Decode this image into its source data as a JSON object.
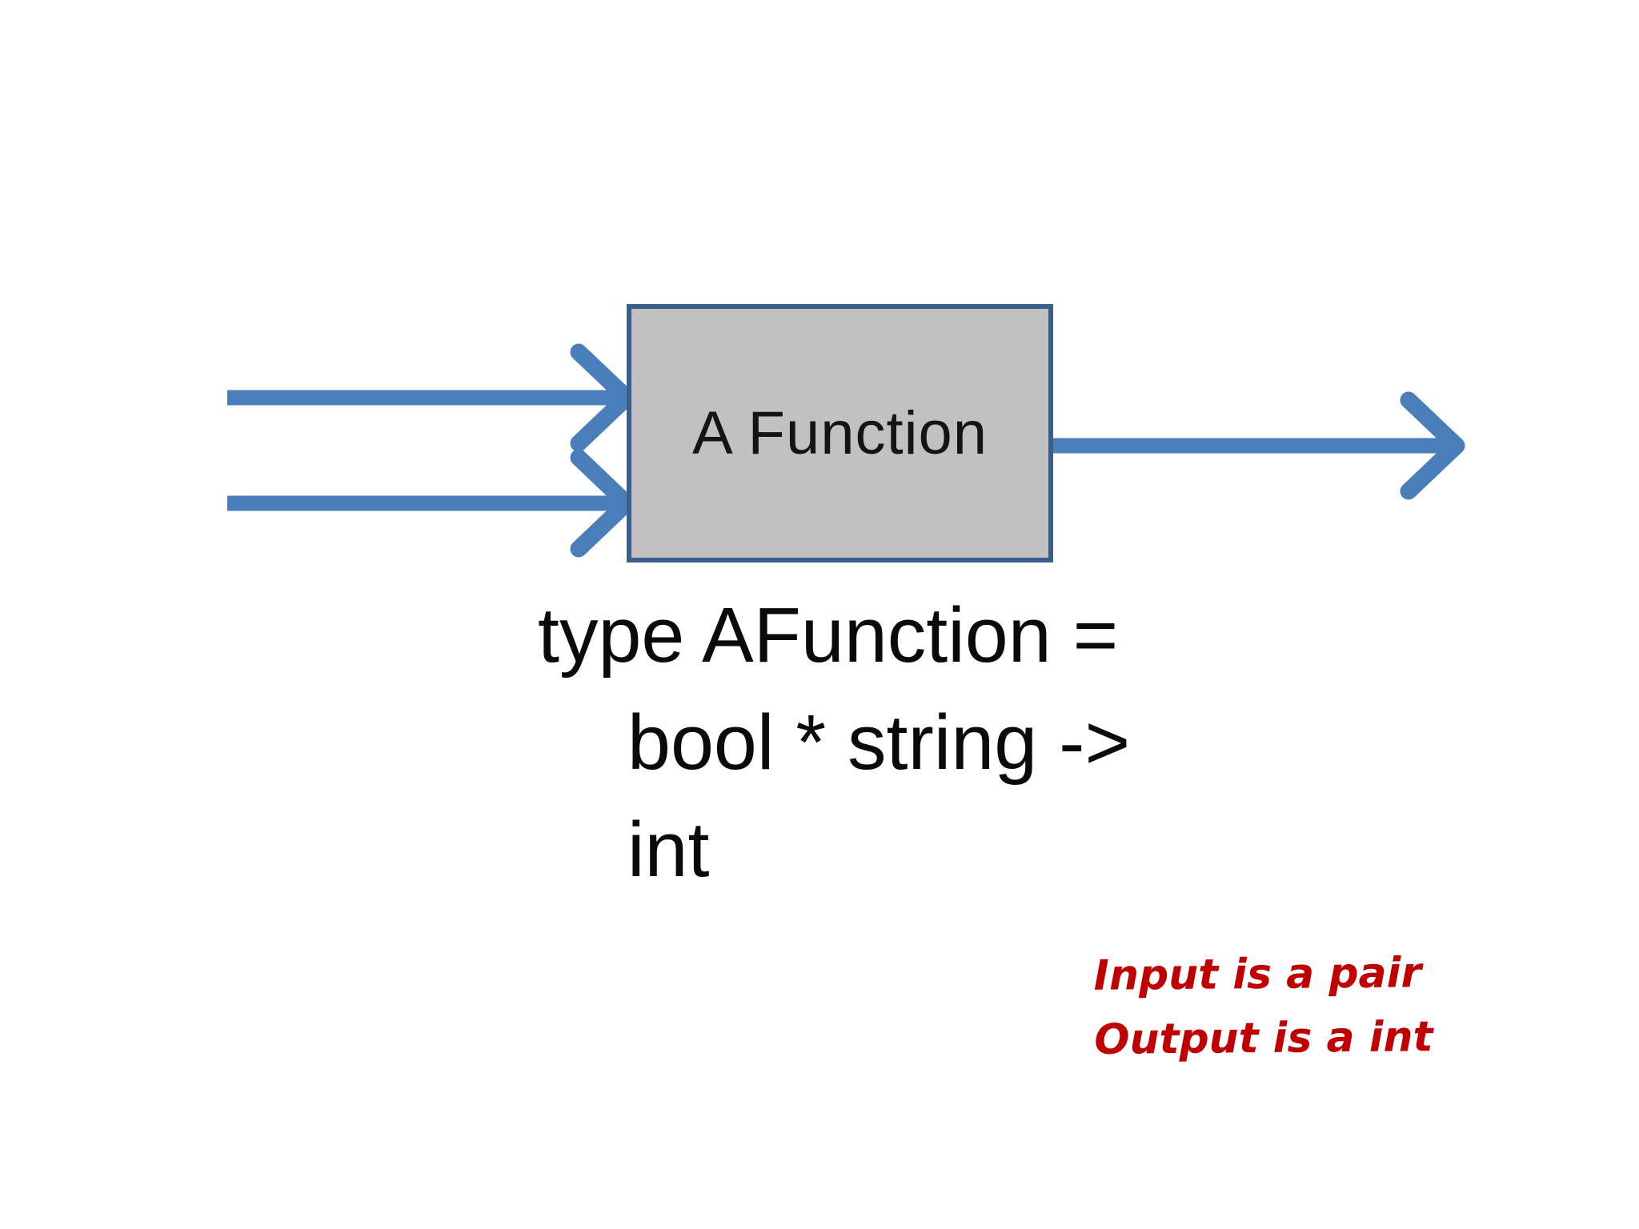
{
  "colors": {
    "arrow": "#4a7ebb",
    "box_fill": "#c1c1c1",
    "box_border": "#3a5f8c",
    "code_text": "#0a0a0a",
    "annotation_text": "#c00000"
  },
  "function_box": {
    "label": "A Function"
  },
  "code": {
    "lines": [
      "type AFunction =",
      "bool * string ->",
      "int"
    ]
  },
  "annotation": {
    "lines": [
      "Input is a pair",
      "Output is a int"
    ]
  }
}
